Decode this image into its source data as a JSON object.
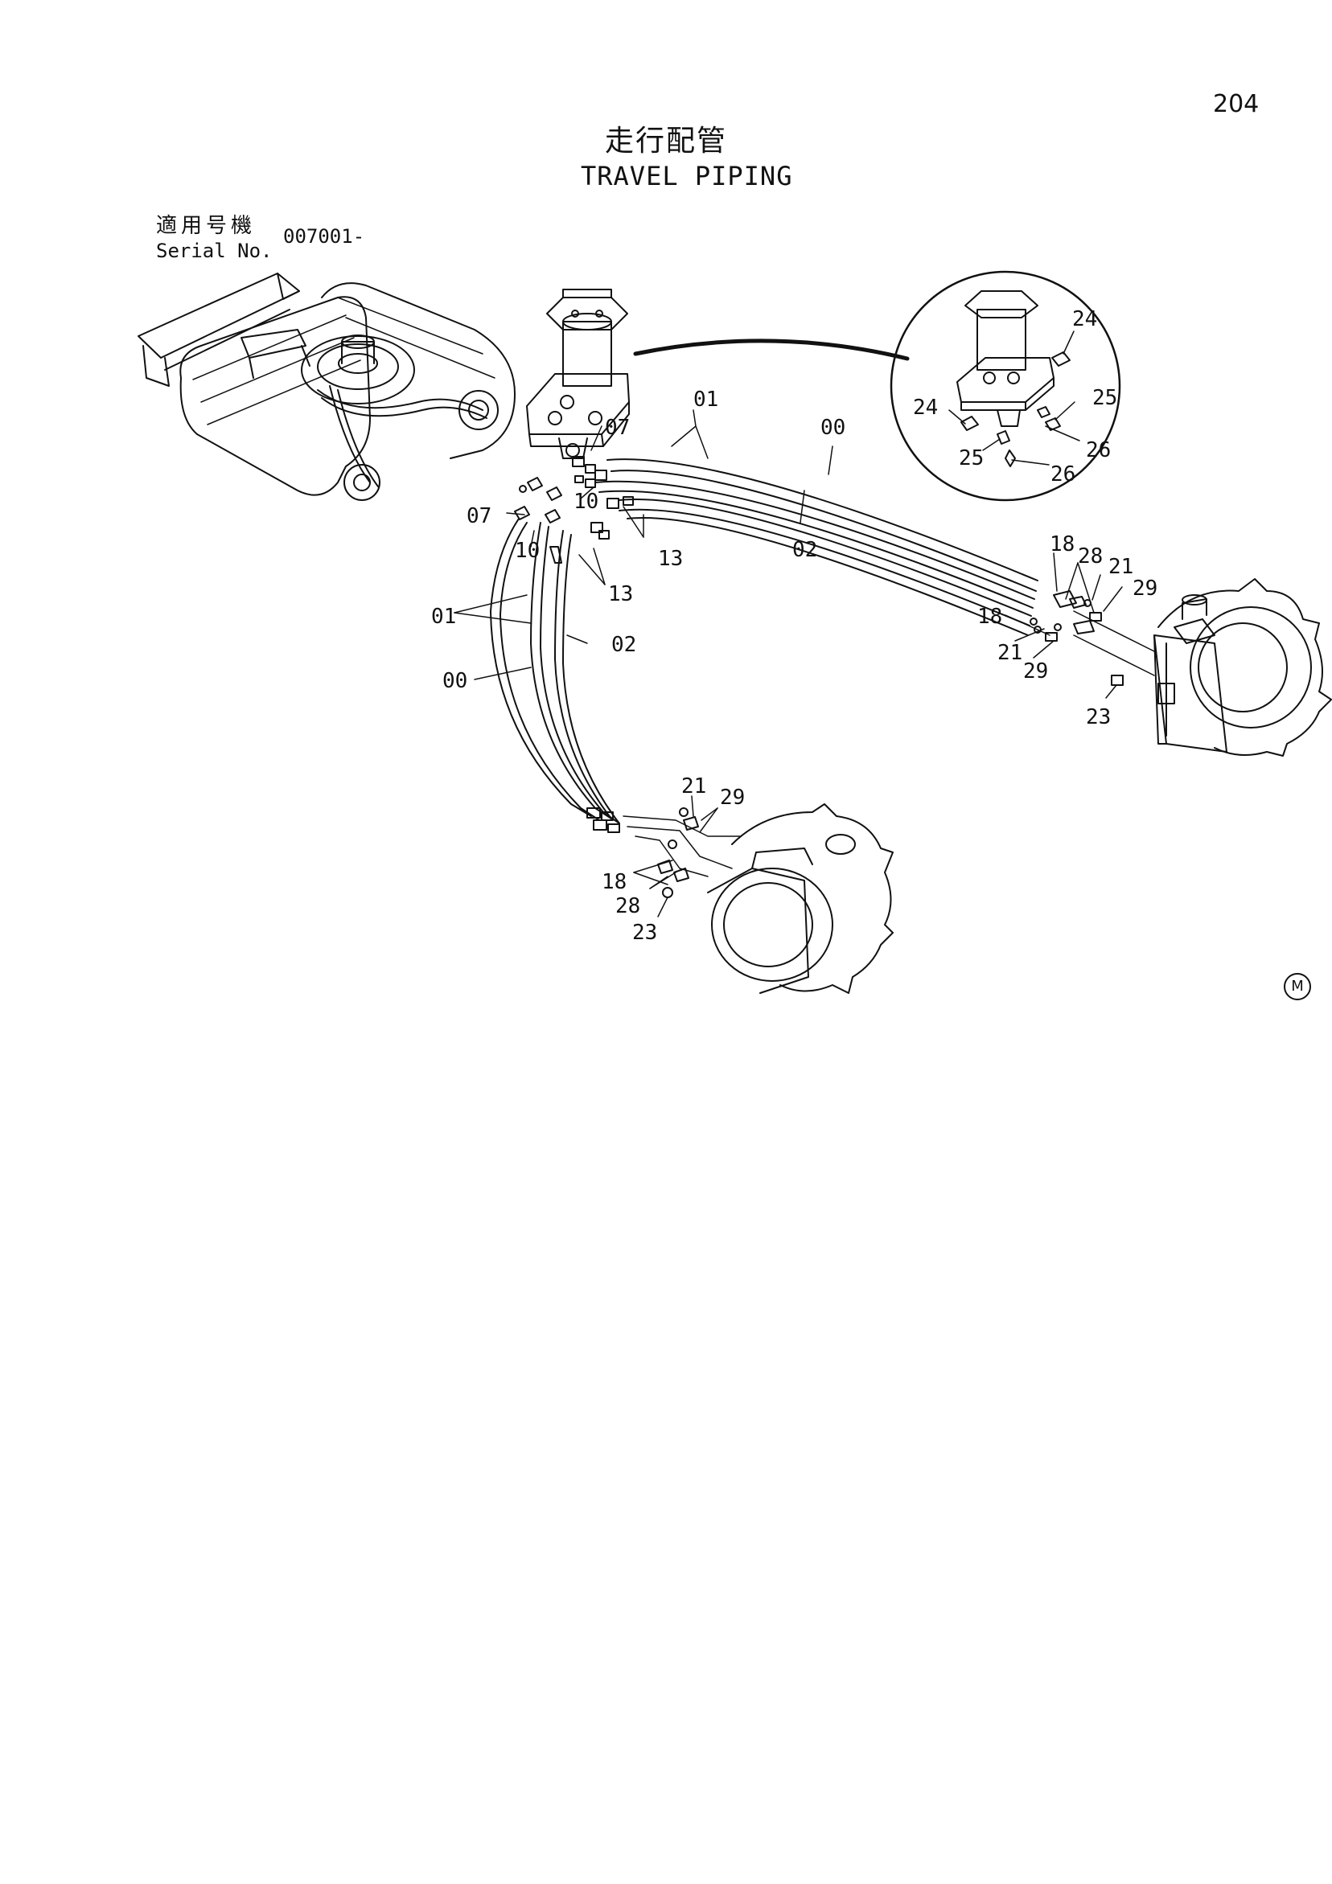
{
  "page": {
    "number": "204",
    "title_jp": "走行配管",
    "title_en": "TRAVEL PIPING",
    "serial_label_jp": "適用号機",
    "serial_label_en": "Serial No.",
    "serial_value": "007001-",
    "mark": "M"
  },
  "callouts": [
    {
      "id": "c-01-top",
      "text": "01"
    },
    {
      "id": "c-00-top",
      "text": "00"
    },
    {
      "id": "c-07-top",
      "text": "07"
    },
    {
      "id": "c-10-top",
      "text": "10"
    },
    {
      "id": "c-13-top",
      "text": "13"
    },
    {
      "id": "c-02-top",
      "text": "02"
    },
    {
      "id": "c-07-left",
      "text": "07"
    },
    {
      "id": "c-10-left",
      "text": "10"
    },
    {
      "id": "c-13-left",
      "text": "13"
    },
    {
      "id": "c-01-left",
      "text": "01"
    },
    {
      "id": "c-02-left",
      "text": "02"
    },
    {
      "id": "c-00-left",
      "text": "00"
    },
    {
      "id": "c-24-a",
      "text": "24"
    },
    {
      "id": "c-24-b",
      "text": "24"
    },
    {
      "id": "c-25-a",
      "text": "25"
    },
    {
      "id": "c-25-b",
      "text": "25"
    },
    {
      "id": "c-26-a",
      "text": "26"
    },
    {
      "id": "c-26-b",
      "text": "26"
    },
    {
      "id": "c-18-r1",
      "text": "18"
    },
    {
      "id": "c-28-r",
      "text": "28"
    },
    {
      "id": "c-21-r1",
      "text": "21"
    },
    {
      "id": "c-29-r1",
      "text": "29"
    },
    {
      "id": "c-18-r2",
      "text": "18"
    },
    {
      "id": "c-21-r2",
      "text": "21"
    },
    {
      "id": "c-29-r2",
      "text": "29"
    },
    {
      "id": "c-23-r",
      "text": "23"
    },
    {
      "id": "c-21-b",
      "text": "21"
    },
    {
      "id": "c-29-b",
      "text": "29"
    },
    {
      "id": "c-18-b",
      "text": "18"
    },
    {
      "id": "c-28-b",
      "text": "28"
    },
    {
      "id": "c-23-b",
      "text": "23"
    }
  ]
}
